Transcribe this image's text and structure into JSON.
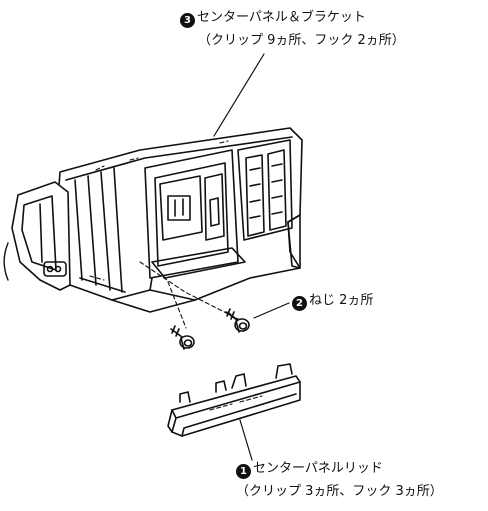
{
  "callouts": {
    "panel": {
      "number": "3",
      "name": "センターパネル＆ブラケット",
      "detail": "（クリップ 9ヵ所、フック 2ヵ所）"
    },
    "screws": {
      "number": "2",
      "name": "ねじ 2ヵ所"
    },
    "lid": {
      "number": "1",
      "name": "センターパネルリッド",
      "detail": "（クリップ 3ヵ所、フック 3ヵ所）"
    }
  }
}
